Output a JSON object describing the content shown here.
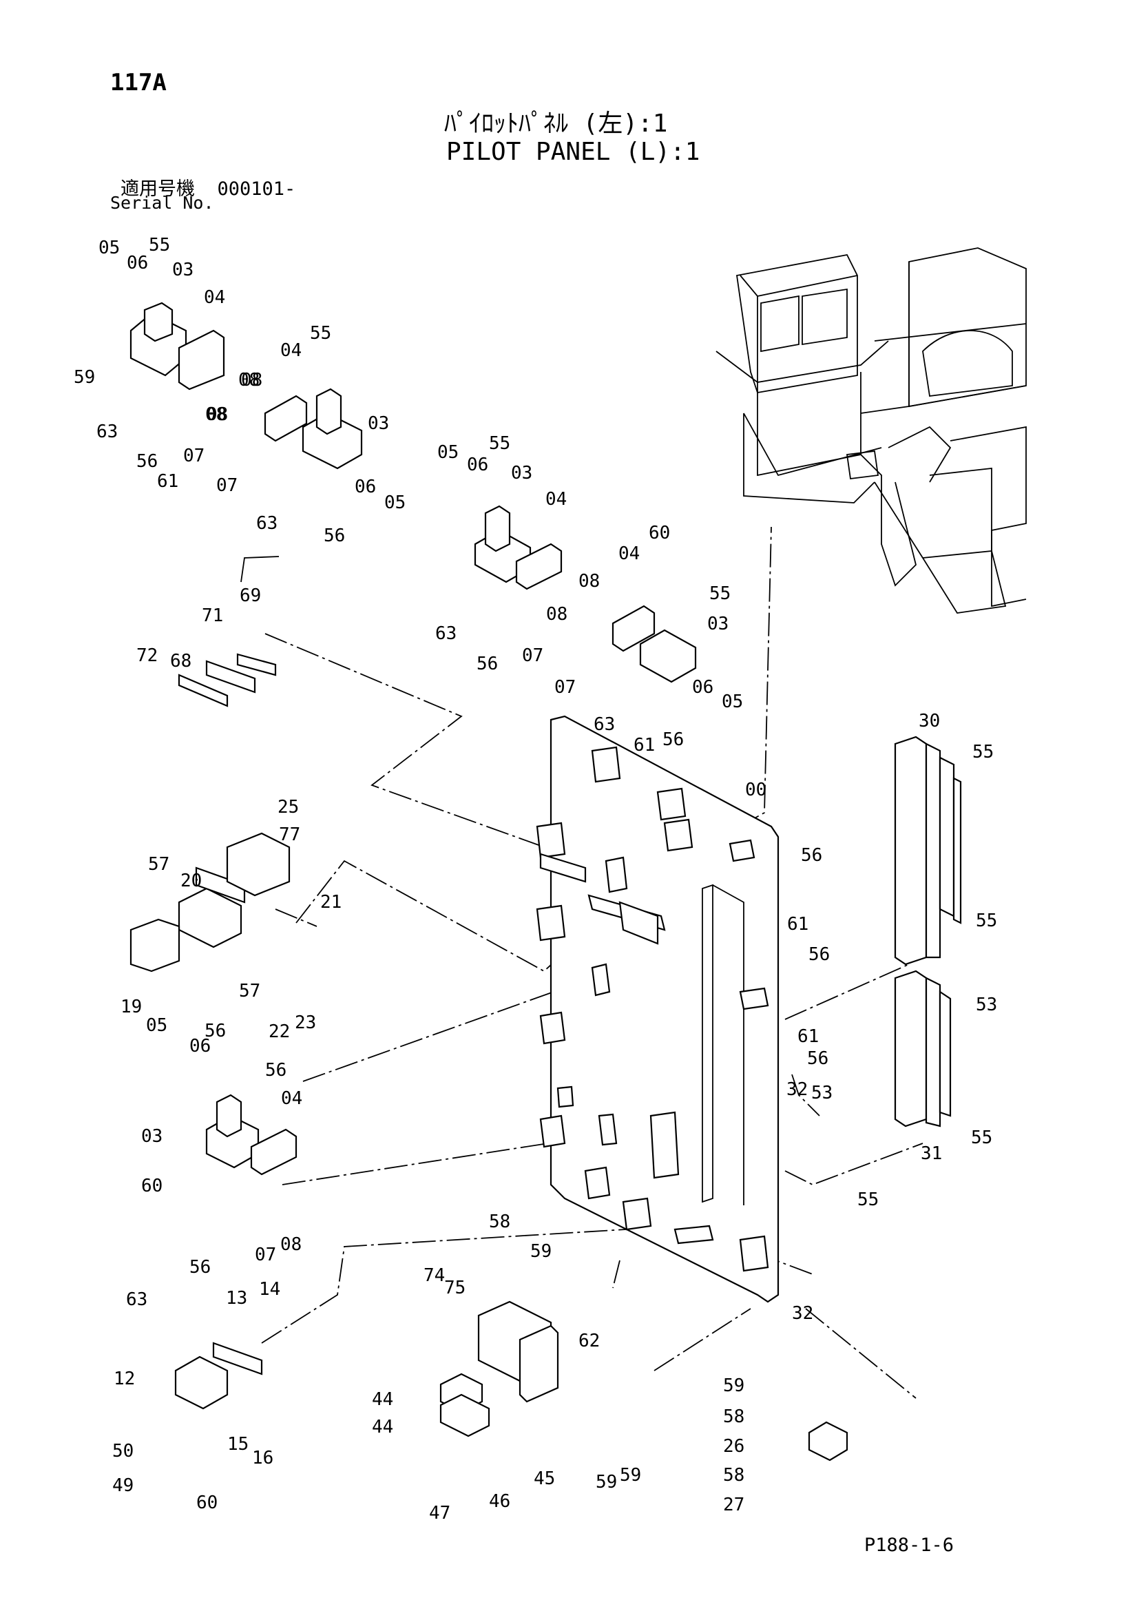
{
  "header": {
    "page_number": "117A",
    "title_jp": "ﾊﾟｲﾛｯﾄﾊﾟﾈﾙ (左):1",
    "title_en": "PILOT PANEL (L):1",
    "serial_label_jp": "適用号機",
    "serial_value": "000101-",
    "serial_label_en": "Serial No."
  },
  "footer": {
    "doc_ref": "P188-1-6"
  },
  "callouts": [
    "05",
    "06",
    "55",
    "03",
    "04",
    "59",
    "63",
    "56",
    "61",
    "07",
    "08",
    "08",
    "04",
    "55",
    "08",
    "03",
    "08",
    "07",
    "63",
    "06",
    "05",
    "56",
    "05",
    "06",
    "55",
    "03",
    "04",
    "63",
    "56",
    "07",
    "08",
    "04",
    "60",
    "08",
    "55",
    "03",
    "07",
    "63",
    "61",
    "56",
    "06",
    "05",
    "72",
    "68",
    "71",
    "69",
    "25",
    "77",
    "57",
    "20",
    "21",
    "19",
    "57",
    "56",
    "22",
    "23",
    "30",
    "55",
    "00",
    "56",
    "61",
    "56",
    "55",
    "53",
    "61",
    "56",
    "53",
    "32",
    "55",
    "31",
    "55",
    "05",
    "06",
    "56",
    "04",
    "03",
    "60",
    "07",
    "08",
    "56",
    "63",
    "13",
    "14",
    "12",
    "50",
    "49",
    "60",
    "15",
    "16",
    "58",
    "59",
    "74",
    "75",
    "62",
    "44",
    "44",
    "47",
    "46",
    "45",
    "59",
    "59",
    "59",
    "58",
    "26",
    "58",
    "27",
    "32"
  ]
}
